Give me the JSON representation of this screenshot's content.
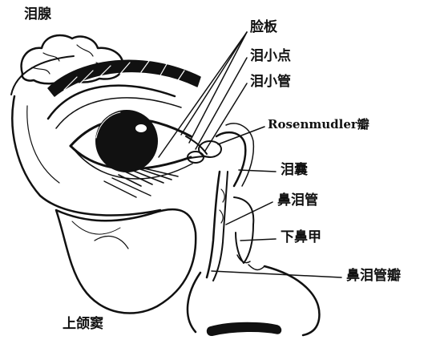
{
  "labels": {
    "lacrimal_gland": "泪腺",
    "tarsal_plate": "脸板",
    "lacrimal_punctum": "泪小点",
    "lacrimal_canaliculus": "泪小管",
    "rosenmuller_valve": "Rosenmudler瓣",
    "lacrimal_sac": "泪囊",
    "nasolacrimal_duct": "鼻泪管",
    "inferior_turbinate": "下鼻甲",
    "nasolacrimal_duct_valve": "鼻泪管瓣",
    "maxillary_sinus": "上颌窦"
  }
}
